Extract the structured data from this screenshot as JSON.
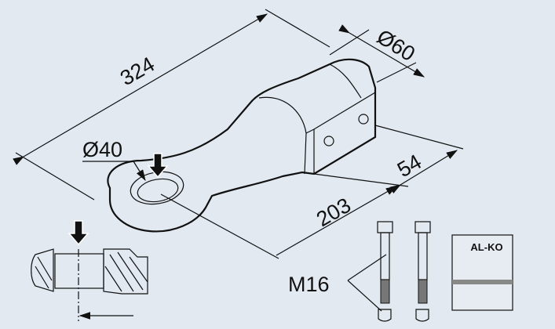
{
  "diagram": {
    "dimensions": {
      "overall_length": "324",
      "shank_diameter": "Ø60",
      "eye_diameter": "Ø40",
      "plate_length": "54",
      "hole_to_plate": "203"
    },
    "bolt_label": "M16",
    "logo_text": "AL-KO",
    "colors": {
      "background": "#e2e9f1",
      "line": "#111111"
    }
  }
}
